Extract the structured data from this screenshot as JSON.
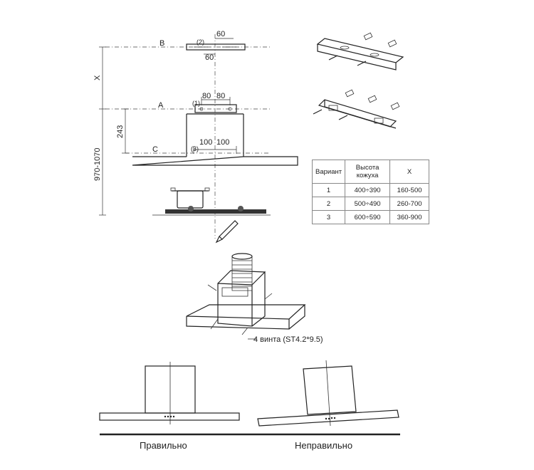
{
  "diagram": {
    "labels": {
      "line_b": "B",
      "line_a": "A",
      "line_c": "C",
      "dim_x": "X",
      "dim_243": "243",
      "dim_970_1070": "970-1070",
      "dim_60_top": "60",
      "dim_60_bottom": "60",
      "dim_80_left": "80",
      "dim_80_right": "80",
      "dim_100_left": "100",
      "dim_100_right": "100",
      "marker_1": "(1)",
      "marker_2": "(2)",
      "marker_3": "(3)"
    },
    "screw_note": "4  винта (ST4.2*9.5)",
    "captions": {
      "correct": "Правильно",
      "incorrect": "Неправильно"
    }
  },
  "table": {
    "headers": [
      "Вариант",
      "Высота кожуха",
      "X"
    ],
    "rows": [
      [
        "1",
        "400÷390",
        "160-500"
      ],
      [
        "2",
        "500÷490",
        "260-700"
      ],
      [
        "3",
        "600÷590",
        "360-900"
      ]
    ]
  }
}
